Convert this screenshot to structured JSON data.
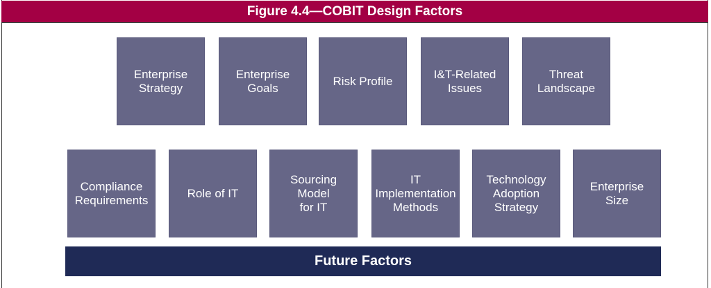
{
  "title": "Figure 4.4—COBIT Design Factors",
  "top_row": [
    "Enterprise\nStrategy",
    "Enterprise\nGoals",
    "Risk Profile",
    "I&T-Related\nIssues",
    "Threat\nLandscape"
  ],
  "bottom_row": [
    "Compliance\nRequirements",
    "Role of IT",
    "Sourcing\nModel\nfor IT",
    "IT\nImplementation\nMethods",
    "Technology\nAdoption\nStrategy",
    "Enterprise\nSize"
  ],
  "footer_bar": "Future Factors",
  "colors": {
    "header": "#A30044",
    "box": "#666687",
    "footer": "#1F2A56"
  }
}
